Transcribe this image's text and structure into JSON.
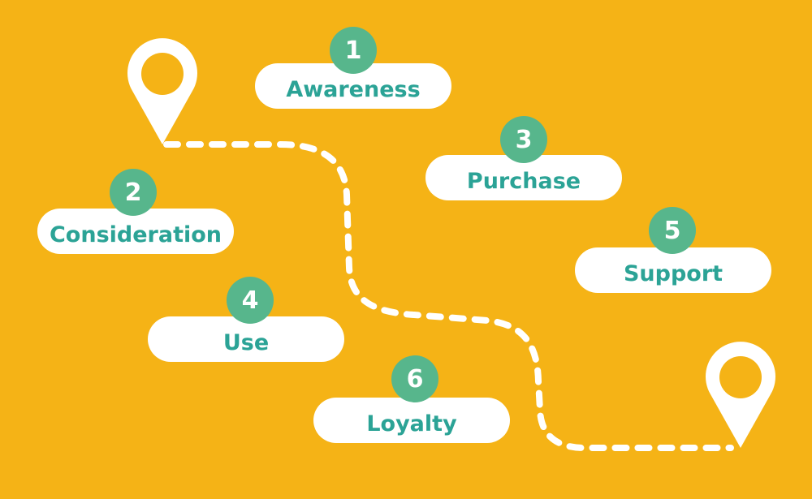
{
  "colors": {
    "background": "#F5B316",
    "badge": "#57B68C",
    "label": "#2BA396"
  },
  "steps": [
    {
      "number": "1",
      "label": "Awareness"
    },
    {
      "number": "2",
      "label": "Consideration"
    },
    {
      "number": "3",
      "label": "Purchase"
    },
    {
      "number": "4",
      "label": "Use"
    },
    {
      "number": "5",
      "label": "Support"
    },
    {
      "number": "6",
      "label": "Loyalty"
    }
  ]
}
